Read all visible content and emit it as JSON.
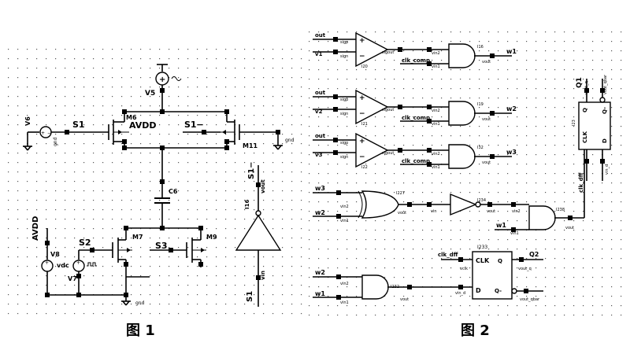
{
  "figure1": {
    "caption": "图 1",
    "labels": {
      "v5": "V5",
      "v6": "V6",
      "gnd_v6": "gnd",
      "s1_left": "S1",
      "m6": "M6",
      "avdd": "AVDD",
      "s1_bar": "S1−",
      "m11": "M11",
      "gnd_right": "gnd",
      "c6": "C6",
      "avdd_left": "AVDD",
      "v8": "V8",
      "vdc": "vdc",
      "v7": "V7",
      "s2": "S2",
      "m7": "M7",
      "s3": "S3",
      "m9": "M9",
      "gnd_bottom": "gnd",
      "inv_s1_bar": "S1−",
      "vout": "vout",
      "i16": "I16",
      "vin": "vin",
      "inv_s1": "S1"
    }
  },
  "figure2": {
    "caption": "图 2",
    "comparators": [
      {
        "in_plus": "out",
        "in_minus": "v1",
        "sigp": "sigp",
        "sign": "sign",
        "sigout": "sigout",
        "inst": "I20",
        "and_inst": "I16",
        "and_in2": "vin2",
        "clk": "clk_comp",
        "vin1": "vin1",
        "vout": "vout",
        "out": "w1"
      },
      {
        "in_plus": "out",
        "in_minus": "v2",
        "sigp": "sigp",
        "sign": "sign",
        "sigout": "sigout",
        "inst": "I21",
        "and_inst": "I19",
        "and_in2": "vin2",
        "clk": "clk_comp",
        "vin1": "vin1",
        "vout": "vout",
        "out": "w2"
      },
      {
        "in_plus": "out",
        "in_minus": "v3",
        "sigp": "sigp",
        "sign": "sign",
        "sigout": "sigout",
        "inst": "I22",
        "and_inst": "I32",
        "and_in2": "vin2",
        "clk": "clk_comp",
        "vin1": "vin1",
        "vout": "vout",
        "out": "w3"
      }
    ],
    "xor": {
      "in_a": "w3",
      "in_b": "w2",
      "vin2": "vin2",
      "vin1": "vin1",
      "inst": "I227",
      "vout": "vout",
      "vin": "vin"
    },
    "inverter": {
      "inst": "I234",
      "vout": "vout"
    },
    "and4": {
      "vin2": "vin2",
      "w1": "w1",
      "vin1": "vin1",
      "inst": "I238",
      "vout": "vout"
    },
    "dff1": {
      "inst": "I23",
      "q": "Q1",
      "vout_q": "vout_q",
      "vout_qbar": "vout_qbar",
      "clk": "CLK",
      "d": "D",
      "vin_d": "vin_d",
      "clk_dff": "clk_dff"
    },
    "and5": {
      "w2": "w2",
      "w1": "w1",
      "vin2": "vin2",
      "vin1": "vin1",
      "inst": "I232",
      "vout": "vout"
    },
    "dff2": {
      "inst": "I233",
      "clk_dff": "clk_dff",
      "vclk": "vclk",
      "clk": "CLK",
      "q": "Q",
      "d": "D",
      "qbar": "Q-",
      "vin_d": "vin_d",
      "vout_q": "vout_q",
      "vout_qbar": "vout_qbar",
      "q2": "Q2"
    }
  }
}
